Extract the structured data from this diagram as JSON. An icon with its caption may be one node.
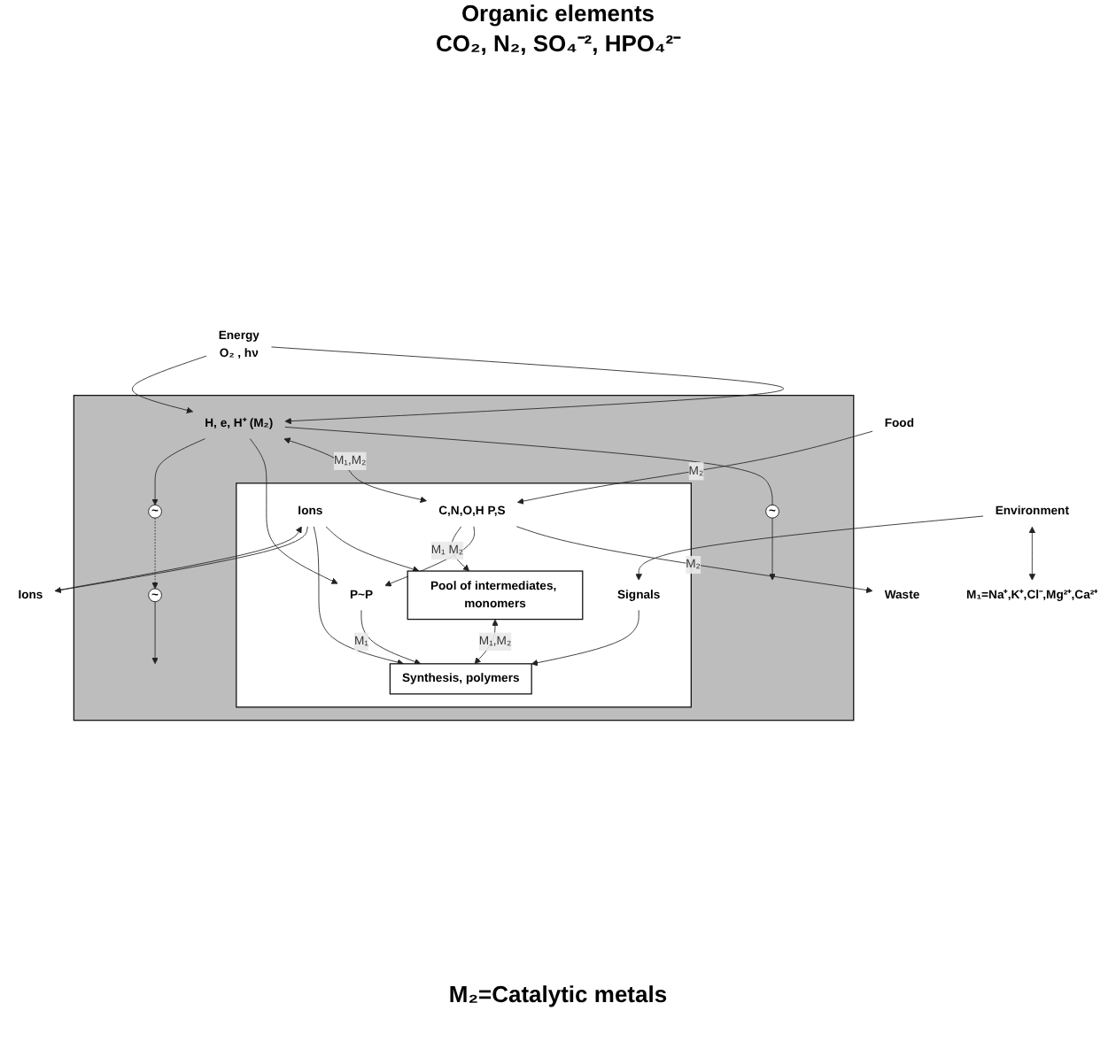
{
  "diagram": {
    "nodes": [
      {
        "text": [
          "Waste"
        ]
      },
      {
        "text": [
          "Food"
        ]
      },
      {
        "text": [
          "Energy",
          "O₂ , hν"
        ]
      },
      {
        "text": [],
        "shape": "box"
      },
      {
        "text": [
          "H, e, H⁺"
        ],
        "beside": [
          "(M₂)"
        ],
        "in": 3
      },
      {
        "text": [
          "~"
        ],
        "in": 3
      },
      {
        "text": [
          "~"
        ],
        "in": 3
      },
      {
        "text": [
          "~"
        ],
        "in": 3
      },
      {
        "text": [],
        "shape": "box",
        "in": 3
      },
      {
        "text": [
          "C,N,O,H P,S"
        ],
        "in": 8
      },
      {
        "text": [
          "P~P"
        ],
        "in": 8
      },
      {
        "text": [
          "Pool of intermediates, monomers"
        ],
        "in": 8
      },
      {
        "text": [
          "Synthesis, polymers"
        ],
        "in": 8
      },
      {
        "text": [
          "Ions"
        ],
        "in": 8
      },
      {
        "text": [
          "Signals"
        ],
        "in": 8
      },
      {
        "text": [
          "Ions"
        ]
      },
      {
        "text": [
          "Environment"
        ]
      },
      {
        "text": [
          "M₁=Na⁺,K⁺,Cl⁻,Mg²⁺,Ca²⁺"
        ]
      }
    ],
    "edges": [
      {
        "from": 9,
        "to": 0,
        "arrow": "to",
        "label": "M₂"
      },
      {
        "from": 1,
        "to": 9,
        "arrow": "to",
        "label": "M₂"
      },
      {
        "from": 2,
        "to": 4,
        "arrow": "to"
      },
      {
        "from": 2,
        "to": 4,
        "arrow": "to"
      },
      {
        "from": 4,
        "to": 5,
        "arrow": "none"
      },
      {
        "from": 5,
        "to": null,
        "arrow": "to"
      },
      {
        "from": 4,
        "to": 9,
        "arrow": "both",
        "label": "M₁,M₂"
      },
      {
        "from": 4,
        "to": 10,
        "arrow": "to"
      },
      {
        "from": 9,
        "to": 10,
        "arrow": "to"
      },
      {
        "from": 9,
        "to": 11,
        "arrow": "to",
        "label": "M₁ M₂"
      },
      {
        "from": 10,
        "to": 12,
        "arrow": "to",
        "label": "M₁"
      },
      {
        "from": 11,
        "to": 12,
        "arrow": "both",
        "label": "M₁,M₂"
      },
      {
        "from": 13,
        "to": 11,
        "arrow": "to"
      },
      {
        "from": 13,
        "to": 12,
        "arrow": "to"
      },
      {
        "from": 14,
        "to": 12,
        "arrow": "to"
      },
      {
        "from": 4,
        "to": 6,
        "arrow": "to"
      },
      {
        "from": 6,
        "to": 7,
        "arrow": "to",
        "style": "dashed"
      },
      {
        "from": 7,
        "to": null,
        "arrow": "to"
      },
      {
        "from": 15,
        "to": 13,
        "arrow": "to"
      },
      {
        "from": 13,
        "to": 15,
        "arrow": "to"
      },
      {
        "from": 16,
        "to": 14,
        "arrow": "to"
      },
      {
        "from": 16,
        "to": 17,
        "arrow": "both"
      }
    ],
    "labels": [
      "Organic elements",
      "CO₂, N₂, SO₄⁻², HPO₄²⁻",
      "M₂=Catalytic metals"
    ]
  }
}
